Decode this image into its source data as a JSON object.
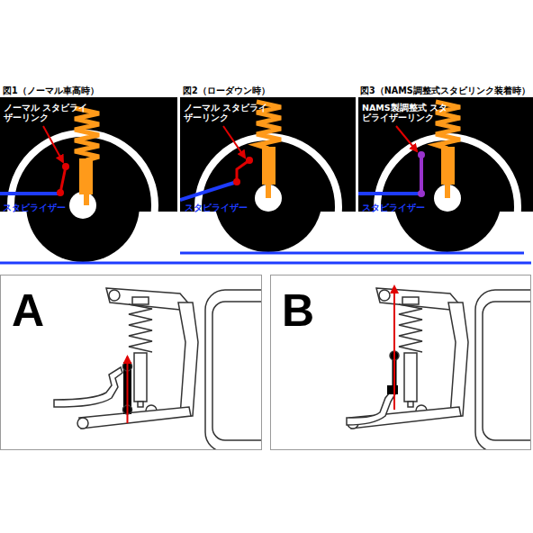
{
  "diagram": {
    "nodes": [
      {
        "text": [
          "図1（ノーマル車高時）",
          "ノーマル スタビライザーリンク",
          "スタビライザー"
        ]
      },
      {
        "text": [
          "図2（ローダウン時）",
          "ノーマル スタビライザーリンク",
          "スタビライザー"
        ]
      },
      {
        "text": [
          "図3（NAMS調整式スタビリンク装着時）",
          "NAMS製調整式 スタビライザーリンク",
          "スタビライザー"
        ]
      },
      {
        "text": [
          "A"
        ]
      },
      {
        "text": [
          "B"
        ]
      }
    ]
  }
}
